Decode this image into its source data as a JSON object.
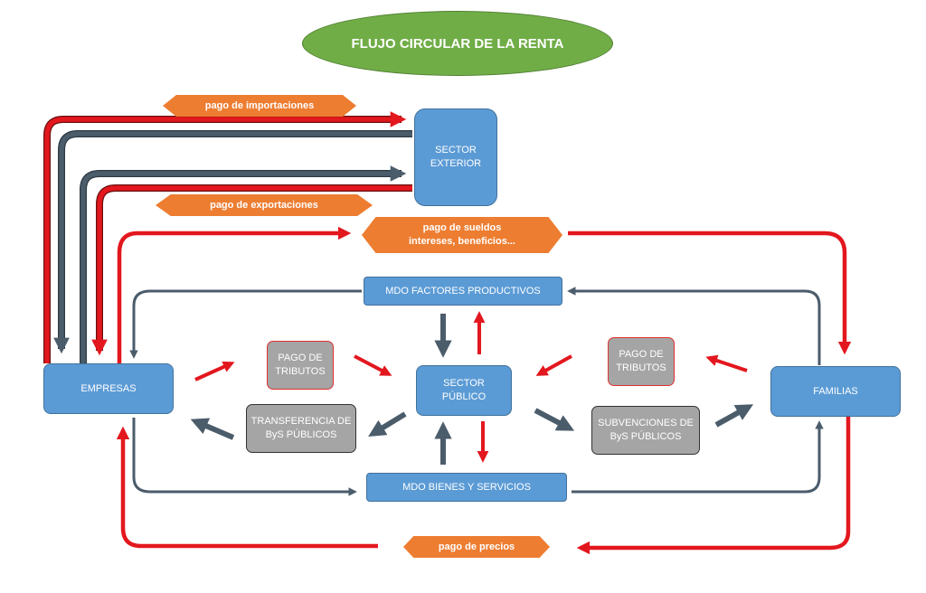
{
  "title": "FLUJO CIRCULAR DE LA RENTA",
  "nodes": {
    "sector_exterior": "SECTOR\nEXTERIOR",
    "empresas": "EMPRESAS",
    "familias": "FAMILIAS",
    "sector_publico": "SECTOR\nPÚBLICO",
    "mdo_factores": "MDO FACTORES PRODUCTIVOS",
    "mdo_bienes": "MDO BIENES Y SERVICIOS",
    "pago_tributos_left": "PAGO DE\nTRIBUTOS",
    "pago_tributos_right": "PAGO DE\nTRIBUTOS",
    "transferencia": "TRANSFERENCIA DE\nByS PÚBLICOS",
    "subvenciones": "SUBVENCIONES DE\nByS PÚBLICOS"
  },
  "labels": {
    "pago_importaciones": "pago de importaciones",
    "pago_exportaciones": "pago de exportaciones",
    "pago_sueldos": "pago de sueldos\nintereses, beneficios...",
    "pago_precios": "pago de precios"
  },
  "colors": {
    "money_flow": "#e3171e",
    "real_flow": "#4b5c6b",
    "box_blue": "#5b9bd5",
    "box_grey": "#a5a5a5",
    "label_orange": "#ed7d31",
    "title_green": "#70ad47"
  }
}
